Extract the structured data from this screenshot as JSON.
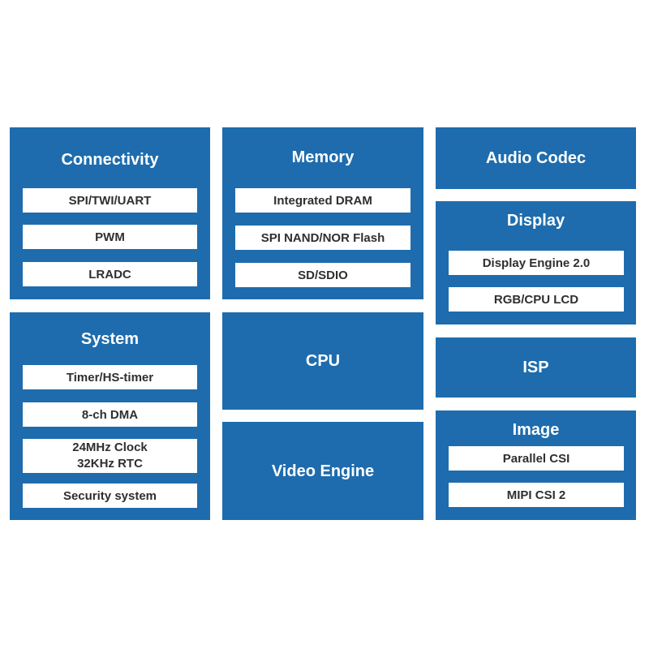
{
  "blocks": {
    "connectivity": {
      "title": "Connectivity",
      "items": [
        "SPI/TWI/UART",
        "PWM",
        "LRADC"
      ]
    },
    "memory": {
      "title": "Memory",
      "items": [
        "Integrated DRAM",
        "SPI NAND/NOR Flash",
        "SD/SDIO"
      ]
    },
    "audio_codec": {
      "title": "Audio Codec"
    },
    "display": {
      "title": "Display",
      "items": [
        "Display Engine 2.0",
        "RGB/CPU LCD"
      ]
    },
    "system": {
      "title": "System",
      "items": [
        "Timer/HS-timer",
        "8-ch DMA",
        "24MHz Clock",
        "32KHz RTC",
        "Security system"
      ]
    },
    "cpu": {
      "title": "CPU"
    },
    "isp": {
      "title": "ISP"
    },
    "video_engine": {
      "title": "Video Engine"
    },
    "image": {
      "title": "Image",
      "items": [
        "Parallel CSI",
        "MIPI CSI 2"
      ]
    }
  },
  "colors": {
    "block_fill": "#1e6cad",
    "item_fill": "#ffffff",
    "item_text": "#2f2f2f",
    "title_text": "#ffffff"
  }
}
